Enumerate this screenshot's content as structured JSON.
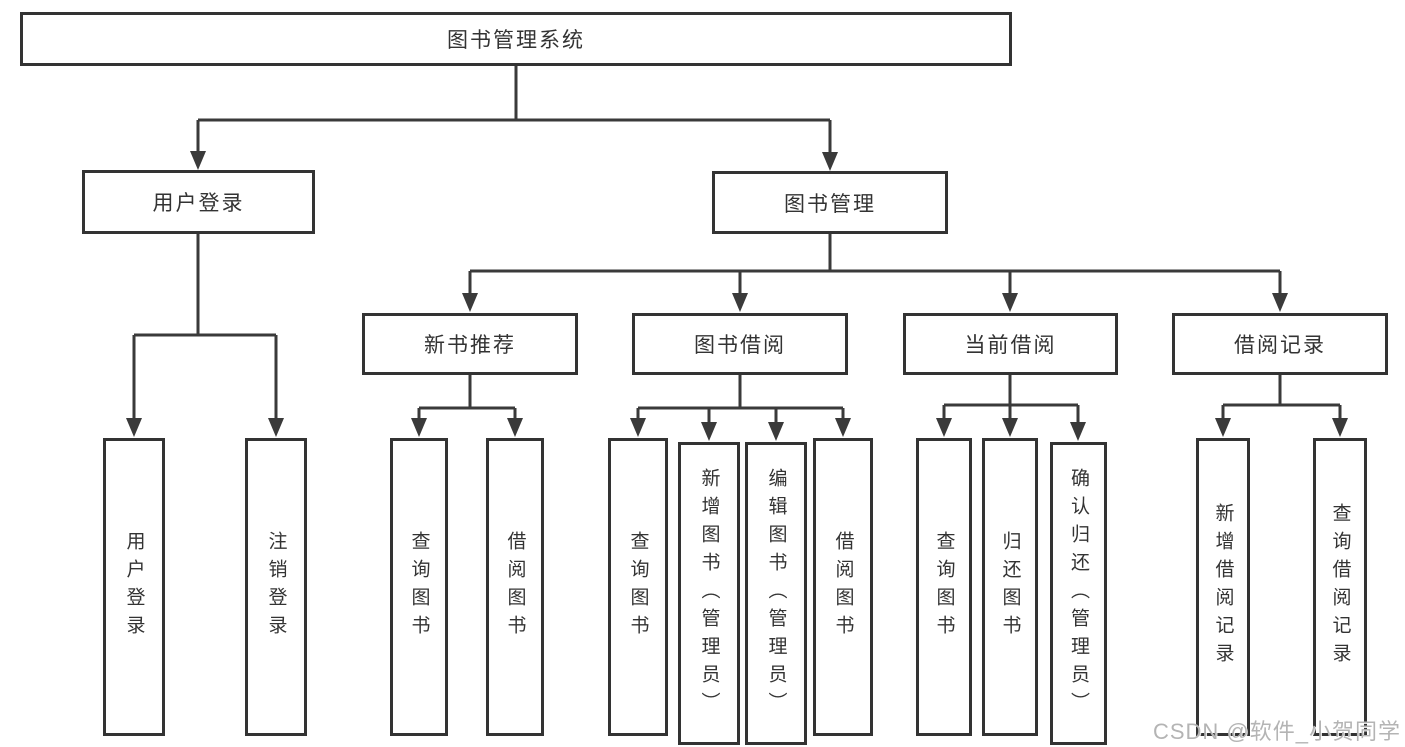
{
  "diagram": {
    "root": {
      "label": "图书管理系统",
      "children": [
        {
          "label": "用户登录",
          "children": [
            {
              "label": "用户登录"
            },
            {
              "label": "注销登录"
            }
          ]
        },
        {
          "label": "图书管理",
          "children": [
            {
              "label": "新书推荐",
              "children": [
                {
                  "label": "查询图书"
                },
                {
                  "label": "借阅图书"
                }
              ]
            },
            {
              "label": "图书借阅",
              "children": [
                {
                  "label": "查询图书"
                },
                {
                  "label": "新增图书（管理员）"
                },
                {
                  "label": "编辑图书（管理员）"
                },
                {
                  "label": "借阅图书"
                }
              ]
            },
            {
              "label": "当前借阅",
              "children": [
                {
                  "label": "查询图书"
                },
                {
                  "label": "归还图书"
                },
                {
                  "label": "确认归还（管理员）"
                }
              ]
            },
            {
              "label": "借阅记录",
              "children": [
                {
                  "label": "新增借阅记录"
                },
                {
                  "label": "查询借阅记录"
                }
              ]
            }
          ]
        }
      ]
    }
  },
  "watermark": "CSDN @软件_小贺同学",
  "colors": {
    "line": "#3a3a3a",
    "box_border": "#333333",
    "text": "#333333",
    "watermark": "#b4b4b4",
    "background": "#ffffff"
  }
}
